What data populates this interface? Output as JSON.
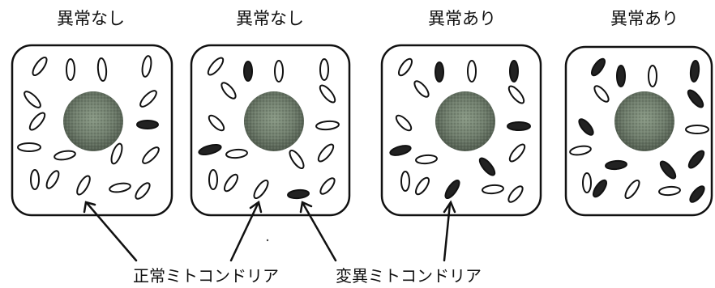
{
  "cells": [
    {
      "title": "異常なし",
      "mito": [
        {
          "c": [
            49,
            82
          ],
          "r": [
            5,
            13
          ],
          "a": 35,
          "m": false
        },
        {
          "c": [
            87,
            86
          ],
          "r": [
            5,
            13
          ],
          "a": 0,
          "m": false
        },
        {
          "c": [
            126,
            86
          ],
          "r": [
            5,
            14
          ],
          "a": -5,
          "m": false
        },
        {
          "c": [
            181,
            82
          ],
          "r": [
            5,
            13
          ],
          "a": 10,
          "m": false
        },
        {
          "c": [
            40,
            123
          ],
          "r": [
            5,
            13
          ],
          "a": -45,
          "m": false
        },
        {
          "c": [
            183,
            122
          ],
          "r": [
            5,
            13
          ],
          "a": 45,
          "m": false
        },
        {
          "c": [
            46,
            150
          ],
          "r": [
            5,
            13
          ],
          "a": 40,
          "m": false
        },
        {
          "c": [
            182,
            154
          ],
          "r": [
            5,
            13
          ],
          "a": 90,
          "m": true
        },
        {
          "c": [
            36,
            182
          ],
          "r": [
            5,
            14
          ],
          "a": 90,
          "m": false
        },
        {
          "c": [
            80,
            192
          ],
          "r": [
            5,
            13
          ],
          "a": 80,
          "m": false
        },
        {
          "c": [
            144,
            190
          ],
          "r": [
            5,
            13
          ],
          "a": 20,
          "m": false
        },
        {
          "c": [
            186,
            192
          ],
          "r": [
            5,
            13
          ],
          "a": 45,
          "m": false
        },
        {
          "c": [
            43,
            222
          ],
          "r": [
            5,
            12
          ],
          "a": 0,
          "m": false
        },
        {
          "c": [
            65,
            222
          ],
          "r": [
            5,
            12
          ],
          "a": 30,
          "m": false
        },
        {
          "c": [
            103,
            229
          ],
          "r": [
            5,
            13
          ],
          "a": 30,
          "m": false
        },
        {
          "c": [
            148,
            232
          ],
          "r": [
            5,
            13
          ],
          "a": 80,
          "m": false
        },
        {
          "c": [
            176,
            236
          ],
          "r": [
            5,
            12
          ],
          "a": 40,
          "m": false
        }
      ]
    },
    {
      "title": "異常なし",
      "mito": [
        {
          "c": [
            266,
            82
          ],
          "r": [
            5,
            13
          ],
          "a": 40,
          "m": false
        },
        {
          "c": [
            306,
            88
          ],
          "r": [
            5,
            12
          ],
          "a": 0,
          "m": true
        },
        {
          "c": [
            344,
            88
          ],
          "r": [
            5,
            13
          ],
          "a": 0,
          "m": false
        },
        {
          "c": [
            400,
            86
          ],
          "r": [
            5,
            13
          ],
          "a": 0,
          "m": false
        },
        {
          "c": [
            282,
            112
          ],
          "r": [
            5,
            12
          ],
          "a": -40,
          "m": false
        },
        {
          "c": [
            404,
            116
          ],
          "r": [
            5,
            13
          ],
          "a": -40,
          "m": false
        },
        {
          "c": [
            267,
            152
          ],
          "r": [
            5,
            12
          ],
          "a": -45,
          "m": false
        },
        {
          "c": [
            404,
            155
          ],
          "r": [
            5,
            14
          ],
          "a": 85,
          "m": false
        },
        {
          "c": [
            259,
            185
          ],
          "r": [
            5,
            14
          ],
          "a": 75,
          "m": true
        },
        {
          "c": [
            292,
            190
          ],
          "r": [
            5,
            13
          ],
          "a": 85,
          "m": false
        },
        {
          "c": [
            366,
            197
          ],
          "r": [
            5,
            13
          ],
          "a": -35,
          "m": false
        },
        {
          "c": [
            402,
            189
          ],
          "r": [
            5,
            13
          ],
          "a": 40,
          "m": false
        },
        {
          "c": [
            263,
            222
          ],
          "r": [
            5,
            12
          ],
          "a": 0,
          "m": false
        },
        {
          "c": [
            285,
            226
          ],
          "r": [
            5,
            12
          ],
          "a": 35,
          "m": false
        },
        {
          "c": [
            322,
            234
          ],
          "r": [
            5,
            13
          ],
          "a": 35,
          "m": false
        },
        {
          "c": [
            368,
            240
          ],
          "r": [
            5,
            13
          ],
          "a": 85,
          "m": true
        },
        {
          "c": [
            404,
            230
          ],
          "r": [
            5,
            12
          ],
          "a": 40,
          "m": false
        }
      ]
    },
    {
      "title": "異常あり",
      "mito": [
        {
          "c": [
            500,
            83
          ],
          "r": [
            5,
            12
          ],
          "a": 35,
          "m": false
        },
        {
          "c": [
            542,
            89
          ],
          "r": [
            5,
            12
          ],
          "a": 0,
          "m": true
        },
        {
          "c": [
            582,
            88
          ],
          "r": [
            5,
            13
          ],
          "a": 0,
          "m": false
        },
        {
          "c": [
            634,
            88
          ],
          "r": [
            5,
            13
          ],
          "a": 0,
          "m": true
        },
        {
          "c": [
            520,
            110
          ],
          "r": [
            5,
            12
          ],
          "a": -40,
          "m": false
        },
        {
          "c": [
            637,
            117
          ],
          "r": [
            5,
            13
          ],
          "a": -40,
          "m": false
        },
        {
          "c": [
            498,
            152
          ],
          "r": [
            5,
            12
          ],
          "a": -45,
          "m": false
        },
        {
          "c": [
            640,
            156
          ],
          "r": [
            5,
            14
          ],
          "a": 90,
          "m": true
        },
        {
          "c": [
            494,
            186
          ],
          "r": [
            5,
            13
          ],
          "a": 75,
          "m": true
        },
        {
          "c": [
            526,
            197
          ],
          "r": [
            5,
            13
          ],
          "a": 85,
          "m": false
        },
        {
          "c": [
            601,
            206
          ],
          "r": [
            5,
            13
          ],
          "a": -40,
          "m": true
        },
        {
          "c": [
            638,
            189
          ],
          "r": [
            5,
            13
          ],
          "a": 40,
          "m": false
        },
        {
          "c": [
            500,
            224
          ],
          "r": [
            5,
            12
          ],
          "a": 0,
          "m": false
        },
        {
          "c": [
            521,
            230
          ],
          "r": [
            5,
            12
          ],
          "a": 35,
          "m": false
        },
        {
          "c": [
            558,
            234
          ],
          "r": [
            5,
            13
          ],
          "a": 35,
          "m": true
        },
        {
          "c": [
            608,
            234
          ],
          "r": [
            5,
            13
          ],
          "a": 85,
          "m": false
        },
        {
          "c": [
            636,
            240
          ],
          "r": [
            5,
            12
          ],
          "a": 40,
          "m": false
        }
      ]
    },
    {
      "title": "異常あり",
      "mito": [
        {
          "c": [
            738,
            83
          ],
          "r": [
            5,
            12
          ],
          "a": 35,
          "m": true
        },
        {
          "c": [
            766,
            94
          ],
          "r": [
            5,
            13
          ],
          "a": 0,
          "m": true
        },
        {
          "c": [
            805,
            94
          ],
          "r": [
            5,
            13
          ],
          "a": 0,
          "m": false
        },
        {
          "c": [
            857,
            88
          ],
          "r": [
            5,
            13
          ],
          "a": 5,
          "m": true
        },
        {
          "c": [
            742,
            116
          ],
          "r": [
            5,
            12
          ],
          "a": -40,
          "m": false
        },
        {
          "c": [
            858,
            122
          ],
          "r": [
            5,
            13
          ],
          "a": -40,
          "m": true
        },
        {
          "c": [
            723,
            157
          ],
          "r": [
            5,
            12
          ],
          "a": -40,
          "m": true
        },
        {
          "c": [
            860,
            160
          ],
          "r": [
            5,
            14
          ],
          "a": 90,
          "m": false
        },
        {
          "c": [
            716,
            186
          ],
          "r": [
            5,
            13
          ],
          "a": 80,
          "m": false
        },
        {
          "c": [
            760,
            204
          ],
          "r": [
            5,
            13
          ],
          "a": 85,
          "m": true
        },
        {
          "c": [
            824,
            210
          ],
          "r": [
            5,
            13
          ],
          "a": -40,
          "m": true
        },
        {
          "c": [
            859,
            197
          ],
          "r": [
            5,
            13
          ],
          "a": 40,
          "m": true
        },
        {
          "c": [
            724,
            226
          ],
          "r": [
            5,
            12
          ],
          "a": 0,
          "m": false
        },
        {
          "c": [
            740,
            233
          ],
          "r": [
            5,
            12
          ],
          "a": 35,
          "m": true
        },
        {
          "c": [
            780,
            234
          ],
          "r": [
            5,
            13
          ],
          "a": 35,
          "m": false
        },
        {
          "c": [
            826,
            236
          ],
          "r": [
            5,
            13
          ],
          "a": 85,
          "m": false
        },
        {
          "c": [
            860,
            240
          ],
          "r": [
            5,
            12
          ],
          "a": 40,
          "m": true
        }
      ]
    }
  ],
  "legend": {
    "normal": "正常ミトコンドリア",
    "mutant": "変異ミトコンドリア"
  }
}
